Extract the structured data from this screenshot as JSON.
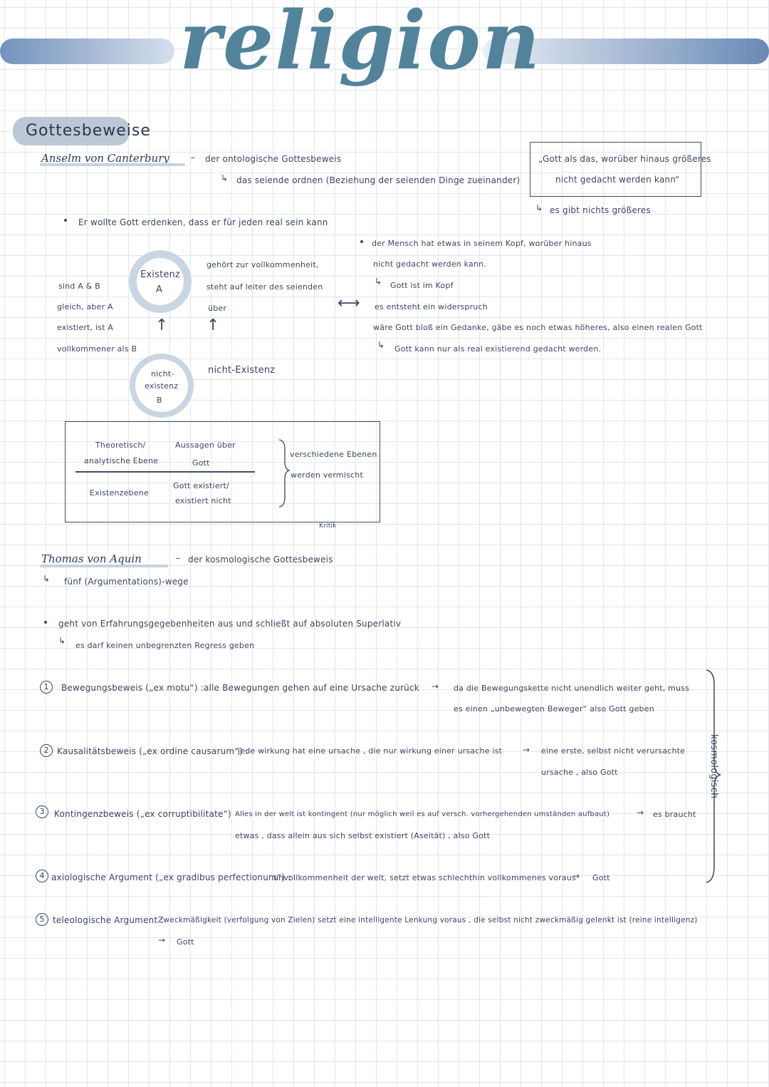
{
  "title": "religion",
  "section": "Gottesbeweise",
  "anselm": {
    "name": "Anselm von Canterbury",
    "dash": "–",
    "subtitle": "der ontologische Gottesbeweis",
    "sub_arrow": "das seiende ordnen (Beziehung der seienden Dinge zueinander)",
    "quote_line1": "„Gott als das, worüber hinaus größeres",
    "quote_line2": "nicht gedacht werden kann“",
    "quote_arrow": "es gibt nichts größeres",
    "point1": "Er wollte Gott erdenken, dass er für jeden real sein kann",
    "left_text": [
      "sind A & B",
      "gleich, aber A",
      "existiert, ist A",
      "vollkommener als B"
    ],
    "circle_a": [
      "Existenz",
      "A"
    ],
    "circle_b": [
      "nicht-",
      "existenz",
      "B"
    ],
    "mid_text": [
      "gehört zur vollkommenheit,",
      "steht auf leiter des seienden",
      "über"
    ],
    "mid_bottom": "nicht-Existenz",
    "right_bullet": "der Mensch hat etwas in seinem Kopf, worüber hinaus",
    "right_lines": [
      "nicht gedacht werden kann.",
      "Gott ist im Kopf",
      "es entsteht ein widerspruch",
      "wäre Gott bloß ein Gedanke, gäbe es noch etwas höheres, also einen realen Gott",
      "Gott kann nur als real existierend gedacht werden."
    ],
    "table": {
      "row1_left": [
        "Theoretisch/",
        "analytische Ebene"
      ],
      "row1_right": [
        "Aussagen über",
        "Gott"
      ],
      "row2_left": "Existenzebene",
      "row2_right": [
        "Gott existiert/",
        "existiert nicht"
      ],
      "note": [
        "verschiedene Ebenen",
        "werden vermischt"
      ],
      "label": "Kritik"
    }
  },
  "thomas": {
    "name": "Thomas von Aquin",
    "dash": "–",
    "subtitle": "der kosmologische Gottesbeweis",
    "sub_arrow": "fünf (Argumentations)-wege",
    "point1": "geht von Erfahrungsgegebenheiten aus und schließt auf absoluten Superlativ",
    "point1_arrow": "es darf keinen unbegrenzten Regress geben",
    "side_label": "kosmologisch",
    "arguments": [
      {
        "num": "1",
        "title": "Bewegungsbeweis („ex motu“) :",
        "text": "alle Bewegungen gehen auf eine Ursache zurück",
        "arrow": "→",
        "conclusion": "da die Bewegungskette nicht unendlich weiter geht, muss",
        "conclusion2": "es einen „unbewegten Beweger“ also Gott geben"
      },
      {
        "num": "2",
        "title": "Kausalitätsbeweis („ex ordine causarum“) :",
        "text": "jede wirkung hat eine ursache , die nur wirkung einer ursache ist",
        "arrow": "→",
        "conclusion": "eine erste, selbst nicht verursachte",
        "conclusion2": "ursache , also Gott"
      },
      {
        "num": "3",
        "title": "Kontingenzbeweis („ex corruptibilitate“)",
        "text": "Alles in der welt ist kontingent (nur möglich weil es auf versch. vorhergehenden umständen aufbaut)",
        "arrow": "→",
        "conclusion": "es braucht",
        "conclusion2": "etwas , dass allein aus sich selbst existiert (Aseität) , also Gott"
      },
      {
        "num": "4",
        "title": "axiologische Argument („ex gradibus perfectionum“) :",
        "text": "unvollkommenheit der welt, setzt etwas schlechthin vollkommenes voraus",
        "arrow": "→",
        "conclusion": "Gott"
      },
      {
        "num": "5",
        "title": "teleologische Argument :",
        "text": "Zweckmäßigkeit (verfolgung von Zielen) setzt eine intelligente Lenkung voraus , die selbst nicht zweckmäßig gelenkt ist (reine intelligenz)",
        "arrow": "→",
        "conclusion": "Gott"
      }
    ]
  },
  "symbols": {
    "hook_arrow": "↳",
    "double_arrow": "⟷",
    "up_arrow": "↑"
  },
  "colors": {
    "accent": "#52839b",
    "ink": "#3b4660",
    "highlight": "#bdc8d6",
    "banner_dark": "#5e82b3",
    "banner_light": "#d7e0ec"
  }
}
